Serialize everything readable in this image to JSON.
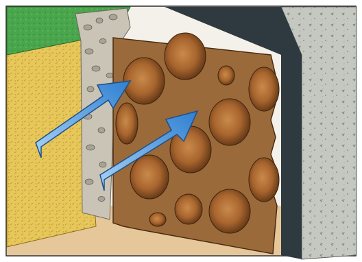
{
  "scene": {
    "components": [
      "soil-layer",
      "gravel-backfill",
      "dimpled-drainage-membrane",
      "waterproofing-layer",
      "concrete-wall",
      "ground-surface",
      "water-flow-arrows"
    ],
    "colors": {
      "grass": "#4aa64c",
      "soil": "#e8c75a",
      "gravel": "#c9c4b5",
      "membrane": "#9a6a3a",
      "waterproofing": "#2f3a40",
      "concrete": "#bfc3bb",
      "ground": "#e6c79a",
      "arrow": "#3b8fd6"
    },
    "membrane_dimples": 12,
    "arrow_count": 2
  }
}
